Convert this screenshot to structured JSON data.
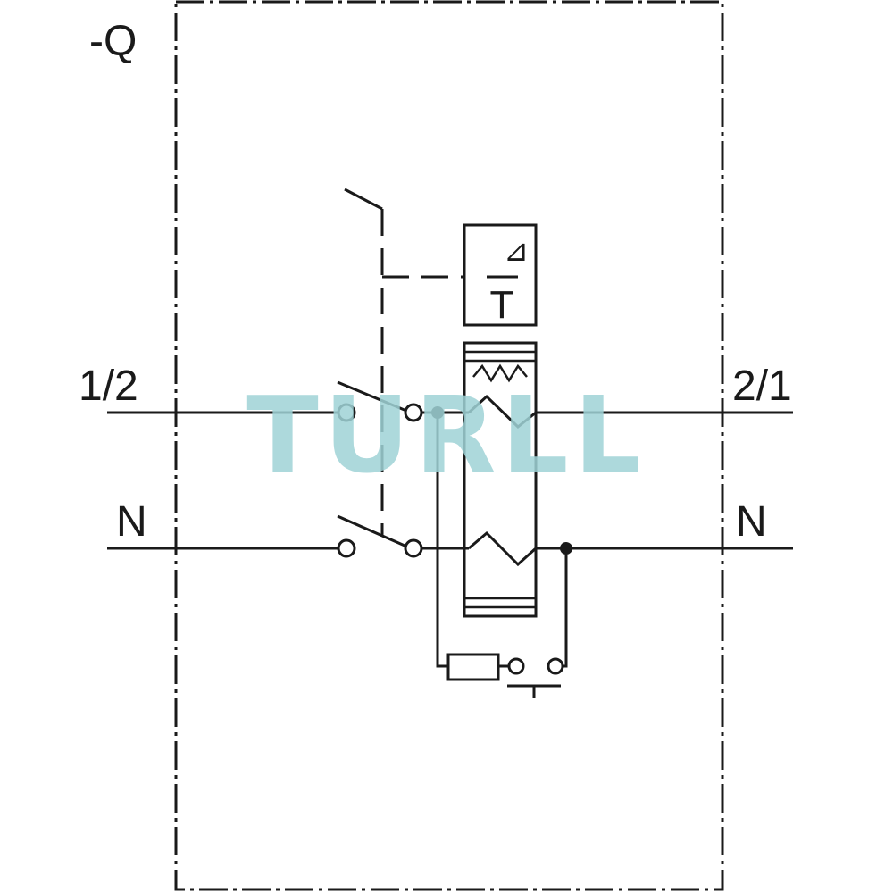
{
  "device_label": "-Q",
  "terminals": {
    "line_in": "1/2",
    "line_out": "2/1",
    "neutral_in": "N",
    "neutral_out": "N"
  },
  "rcd_symbol": {
    "delta_glyph": "⊿",
    "test_glyph": "T"
  },
  "watermark": "TURLL"
}
